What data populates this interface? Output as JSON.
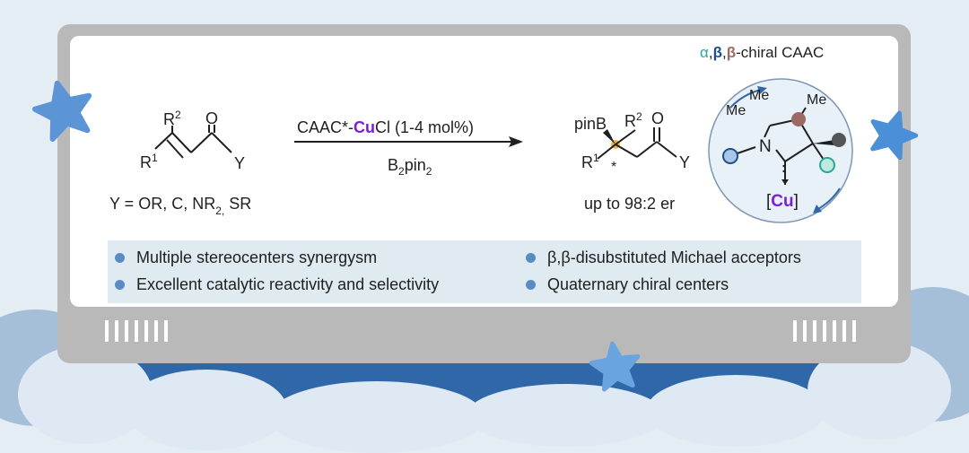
{
  "title": {
    "alpha": "α",
    "sep1": ",",
    "beta1": "β",
    "sep2": ",",
    "beta2": "β",
    "rest": "-chiral CAAC"
  },
  "substrate": {
    "r2": "R",
    "r2_sup": "2",
    "o": "O",
    "r1": "R",
    "r1_sup": "1",
    "y": "Y",
    "note_main": "Y = OR, C, NR",
    "note_sub": "2,",
    "note_end": " SR"
  },
  "conditions": {
    "catalyst_prefix": "CAAC*-",
    "catalyst_metal": "Cu",
    "catalyst_suffix": "Cl (1-4 mol%)",
    "reagent_b": "B",
    "reagent_sub1": "2",
    "reagent_pin": "pin",
    "reagent_sub2": "2"
  },
  "product": {
    "pinb": "pinB",
    "r2": "R",
    "r2_sup": "2",
    "o": "O",
    "r1": "R",
    "r1_sup": "1",
    "star": "*",
    "y": "Y",
    "er": "up to 98:2 er"
  },
  "ligand": {
    "me_top_left_1": "Me",
    "me_top_left_2": "Me",
    "me_top_right": "Me",
    "n": "N",
    "carbene": ":",
    "cu_open": "[",
    "cu": "Cu",
    "cu_close": "]"
  },
  "features": [
    "Multiple stereocenters synergysm",
    "Excellent catalytic reactivity and selectivity",
    "β,β-disubstituted Michael acceptors",
    "Quaternary chiral centers"
  ],
  "colors": {
    "teal": "#2aa69a",
    "navy": "#1f4f8a",
    "brown": "#9b6a64",
    "copper_purple": "#7a1fd6",
    "orange_dot": "#f2b24a",
    "band_blue": "#2f67a8"
  }
}
